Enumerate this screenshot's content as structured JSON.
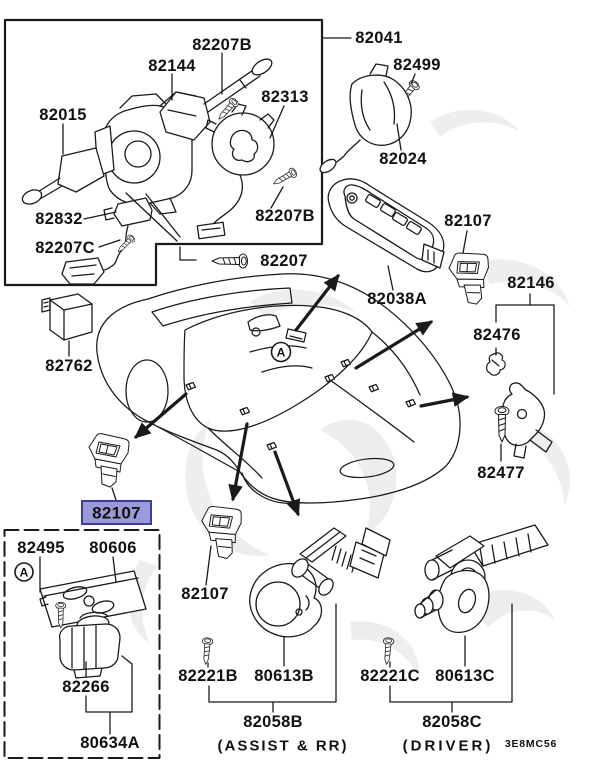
{
  "labels": {
    "l82207b_top": "82207B",
    "l82144": "82144",
    "l82313": "82313",
    "l82015": "82015",
    "l82832": "82832",
    "l82207c": "82207C",
    "l82207b_right": "82207B",
    "l82207": "82207",
    "l82041": "82041",
    "l82499": "82499",
    "l82024": "82024",
    "l82038a": "82038A",
    "l82107_right": "82107",
    "l82146": "82146",
    "l82476": "82476",
    "l82477": "82477",
    "l82762": "82762",
    "l82107_highlight": "82107",
    "l82495": "82495",
    "l80606": "80606",
    "l82266": "82266",
    "l80634a": "80634A",
    "l82107_mid": "82107",
    "l82221b": "82221B",
    "l80613b": "80613B",
    "l82058b": "82058B",
    "note_assist": "(ASSIST & RR)",
    "l82221c": "82221C",
    "l80613c": "80613C",
    "l82058c": "82058C",
    "note_driver": "(DRIVER)",
    "diagram_code": "3E8MC56",
    "callout_a": "A"
  },
  "highlight": {
    "part": "82107",
    "fill": "#9a9ad8",
    "border": "#3e3e96"
  },
  "colors": {
    "line": "#1a1a1a",
    "background": "#ffffff",
    "watermark": "#e8e8e8"
  }
}
